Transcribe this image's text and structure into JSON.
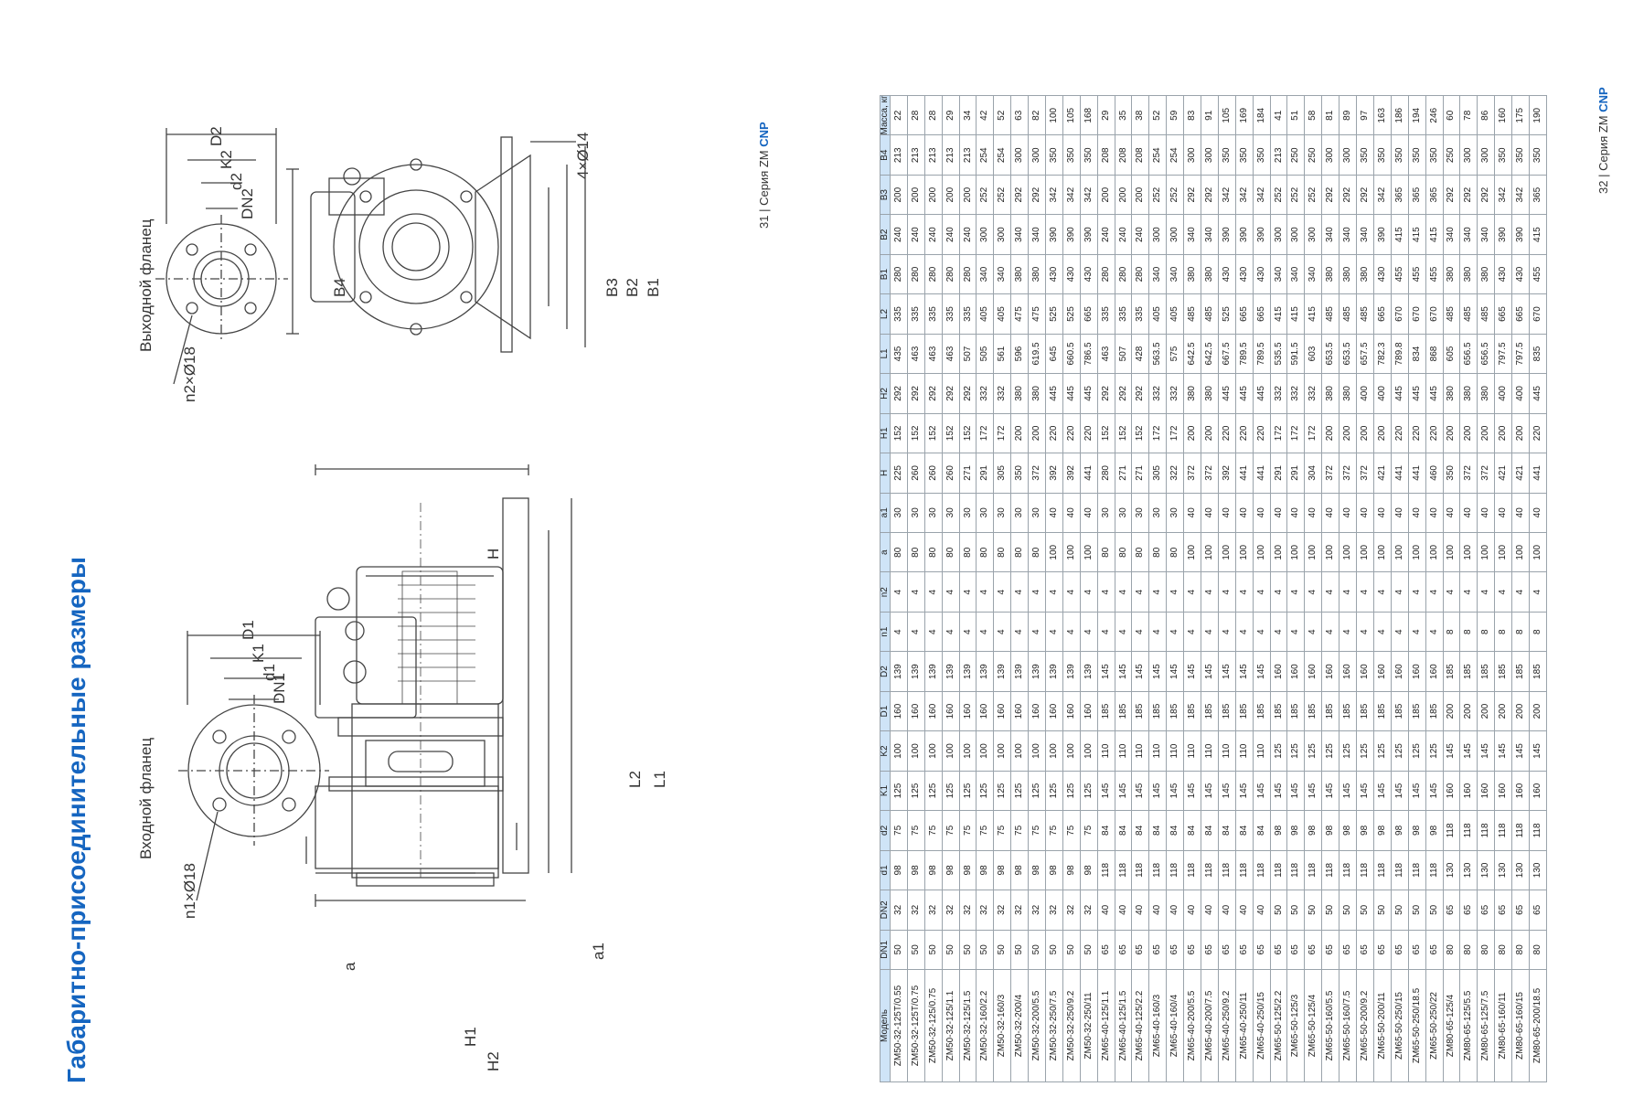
{
  "title": "Габаритно-присоединительные размеры",
  "inlet_flange": {
    "label": "Входной фланец",
    "holes": "n1×Ø18",
    "dims": [
      "D1",
      "K1",
      "d1",
      "DN1"
    ]
  },
  "outlet_flange": {
    "label": "Выходной фланец",
    "holes": "n2×Ø18",
    "dims": [
      "D2",
      "K2",
      "d2",
      "DN2"
    ]
  },
  "side_view": {
    "dims": [
      "H",
      "L2",
      "L1",
      "H1",
      "H2",
      "a",
      "a1"
    ]
  },
  "front_view": {
    "dims": [
      "B4",
      "B3",
      "B2",
      "B1",
      "4×Ø14"
    ]
  },
  "footer_left": {
    "page": "31",
    "series": "Серия ZM",
    "brand": "CNP"
  },
  "footer_right": {
    "page": "32",
    "series": "Серия ZM",
    "brand": "CNP"
  },
  "table": {
    "headers": [
      "Модель",
      "DN1",
      "DN2",
      "d1",
      "d2",
      "K1",
      "K2",
      "D1",
      "D2",
      "n1",
      "n2",
      "a",
      "a1",
      "H",
      "H1",
      "H2",
      "L1",
      "L2",
      "B1",
      "B2",
      "B3",
      "B4",
      "Масса, кг"
    ],
    "rows": [
      [
        "ZM50-32-125T/0.55",
        "50",
        "32",
        "98",
        "75",
        "125",
        "100",
        "160",
        "139",
        "4",
        "4",
        "80",
        "30",
        "225",
        "152",
        "292",
        "435",
        "335",
        "280",
        "240",
        "200",
        "213",
        "22"
      ],
      [
        "ZM50-32-125T/0.75",
        "50",
        "32",
        "98",
        "75",
        "125",
        "100",
        "160",
        "139",
        "4",
        "4",
        "80",
        "30",
        "260",
        "152",
        "292",
        "463",
        "335",
        "280",
        "240",
        "200",
        "213",
        "28"
      ],
      [
        "ZM50-32-125/0.75",
        "50",
        "32",
        "98",
        "75",
        "125",
        "100",
        "160",
        "139",
        "4",
        "4",
        "80",
        "30",
        "260",
        "152",
        "292",
        "463",
        "335",
        "280",
        "240",
        "200",
        "213",
        "28"
      ],
      [
        "ZM50-32-125/1.1",
        "50",
        "32",
        "98",
        "75",
        "125",
        "100",
        "160",
        "139",
        "4",
        "4",
        "80",
        "30",
        "260",
        "152",
        "292",
        "463",
        "335",
        "280",
        "240",
        "200",
        "213",
        "29"
      ],
      [
        "ZM50-32-125/1.5",
        "50",
        "32",
        "98",
        "75",
        "125",
        "100",
        "160",
        "139",
        "4",
        "4",
        "80",
        "30",
        "271",
        "152",
        "292",
        "507",
        "335",
        "280",
        "240",
        "200",
        "213",
        "34"
      ],
      [
        "ZM50-32-160/2.2",
        "50",
        "32",
        "98",
        "75",
        "125",
        "100",
        "160",
        "139",
        "4",
        "4",
        "80",
        "30",
        "291",
        "172",
        "332",
        "505",
        "405",
        "340",
        "300",
        "252",
        "254",
        "42"
      ],
      [
        "ZM50-32-160/3",
        "50",
        "32",
        "98",
        "75",
        "125",
        "100",
        "160",
        "139",
        "4",
        "4",
        "80",
        "30",
        "305",
        "172",
        "332",
        "561",
        "405",
        "340",
        "300",
        "252",
        "254",
        "52"
      ],
      [
        "ZM50-32-200/4",
        "50",
        "32",
        "98",
        "75",
        "125",
        "100",
        "160",
        "139",
        "4",
        "4",
        "80",
        "30",
        "350",
        "200",
        "380",
        "596",
        "475",
        "380",
        "340",
        "292",
        "300",
        "63"
      ],
      [
        "ZM50-32-200/5.5",
        "50",
        "32",
        "98",
        "75",
        "125",
        "100",
        "160",
        "139",
        "4",
        "4",
        "80",
        "30",
        "372",
        "200",
        "380",
        "619.5",
        "475",
        "380",
        "340",
        "292",
        "300",
        "82"
      ],
      [
        "ZM50-32-250/7.5",
        "50",
        "32",
        "98",
        "75",
        "125",
        "100",
        "160",
        "139",
        "4",
        "4",
        "100",
        "40",
        "392",
        "220",
        "445",
        "645",
        "525",
        "430",
        "390",
        "342",
        "350",
        "100"
      ],
      [
        "ZM50-32-250/9.2",
        "50",
        "32",
        "98",
        "75",
        "125",
        "100",
        "160",
        "139",
        "4",
        "4",
        "100",
        "40",
        "392",
        "220",
        "445",
        "660.5",
        "525",
        "430",
        "390",
        "342",
        "350",
        "105"
      ],
      [
        "ZM50-32-250/11",
        "50",
        "32",
        "98",
        "75",
        "125",
        "100",
        "160",
        "139",
        "4",
        "4",
        "100",
        "40",
        "441",
        "220",
        "445",
        "786.5",
        "665",
        "430",
        "390",
        "342",
        "350",
        "168"
      ],
      [
        "ZM65-40-125/1.1",
        "65",
        "40",
        "118",
        "84",
        "145",
        "110",
        "185",
        "145",
        "4",
        "4",
        "80",
        "30",
        "280",
        "152",
        "292",
        "463",
        "335",
        "280",
        "240",
        "200",
        "208",
        "29"
      ],
      [
        "ZM65-40-125/1.5",
        "65",
        "40",
        "118",
        "84",
        "145",
        "110",
        "185",
        "145",
        "4",
        "4",
        "80",
        "30",
        "271",
        "152",
        "292",
        "507",
        "335",
        "280",
        "240",
        "200",
        "208",
        "35"
      ],
      [
        "ZM65-40-125/2.2",
        "65",
        "40",
        "118",
        "84",
        "145",
        "110",
        "185",
        "145",
        "4",
        "4",
        "80",
        "30",
        "271",
        "152",
        "292",
        "428",
        "335",
        "280",
        "240",
        "200",
        "208",
        "38"
      ],
      [
        "ZM65-40-160/3",
        "65",
        "40",
        "118",
        "84",
        "145",
        "110",
        "185",
        "145",
        "4",
        "4",
        "80",
        "30",
        "305",
        "172",
        "332",
        "563.5",
        "405",
        "340",
        "300",
        "252",
        "254",
        "52"
      ],
      [
        "ZM65-40-160/4",
        "65",
        "40",
        "118",
        "84",
        "145",
        "110",
        "185",
        "145",
        "4",
        "4",
        "80",
        "30",
        "322",
        "172",
        "332",
        "575",
        "405",
        "340",
        "300",
        "252",
        "254",
        "59"
      ],
      [
        "ZM65-40-200/5.5",
        "65",
        "40",
        "118",
        "84",
        "145",
        "110",
        "185",
        "145",
        "4",
        "4",
        "100",
        "40",
        "372",
        "200",
        "380",
        "642.5",
        "485",
        "380",
        "340",
        "292",
        "300",
        "83"
      ],
      [
        "ZM65-40-200/7.5",
        "65",
        "40",
        "118",
        "84",
        "145",
        "110",
        "185",
        "145",
        "4",
        "4",
        "100",
        "40",
        "372",
        "200",
        "380",
        "642.5",
        "485",
        "380",
        "340",
        "292",
        "300",
        "91"
      ],
      [
        "ZM65-40-250/9.2",
        "65",
        "40",
        "118",
        "84",
        "145",
        "110",
        "185",
        "145",
        "4",
        "4",
        "100",
        "40",
        "392",
        "220",
        "445",
        "667.5",
        "525",
        "430",
        "390",
        "342",
        "350",
        "105"
      ],
      [
        "ZM65-40-250/11",
        "65",
        "40",
        "118",
        "84",
        "145",
        "110",
        "185",
        "145",
        "4",
        "4",
        "100",
        "40",
        "441",
        "220",
        "445",
        "789.5",
        "665",
        "430",
        "390",
        "342",
        "350",
        "169"
      ],
      [
        "ZM65-40-250/15",
        "65",
        "40",
        "118",
        "84",
        "145",
        "110",
        "185",
        "145",
        "4",
        "4",
        "100",
        "40",
        "441",
        "220",
        "445",
        "789.5",
        "665",
        "430",
        "390",
        "342",
        "350",
        "184"
      ],
      [
        "ZM65-50-125/2.2",
        "65",
        "50",
        "118",
        "98",
        "145",
        "125",
        "185",
        "160",
        "4",
        "4",
        "100",
        "40",
        "291",
        "172",
        "332",
        "535.5",
        "415",
        "340",
        "300",
        "252",
        "213",
        "41"
      ],
      [
        "ZM65-50-125/3",
        "65",
        "50",
        "118",
        "98",
        "145",
        "125",
        "185",
        "160",
        "4",
        "4",
        "100",
        "40",
        "291",
        "172",
        "332",
        "591.5",
        "415",
        "340",
        "300",
        "252",
        "250",
        "51"
      ],
      [
        "ZM65-50-125/4",
        "65",
        "50",
        "118",
        "98",
        "145",
        "125",
        "185",
        "160",
        "4",
        "4",
        "100",
        "40",
        "304",
        "172",
        "332",
        "603",
        "415",
        "340",
        "300",
        "252",
        "250",
        "58"
      ],
      [
        "ZM65-50-160/5.5",
        "65",
        "50",
        "118",
        "98",
        "145",
        "125",
        "185",
        "160",
        "4",
        "4",
        "100",
        "40",
        "372",
        "200",
        "380",
        "653.5",
        "485",
        "380",
        "340",
        "292",
        "300",
        "81"
      ],
      [
        "ZM65-50-160/7.5",
        "65",
        "50",
        "118",
        "98",
        "145",
        "125",
        "185",
        "160",
        "4",
        "4",
        "100",
        "40",
        "372",
        "200",
        "380",
        "653.5",
        "485",
        "380",
        "340",
        "292",
        "300",
        "89"
      ],
      [
        "ZM65-50-200/9.2",
        "65",
        "50",
        "118",
        "98",
        "145",
        "125",
        "185",
        "160",
        "4",
        "4",
        "100",
        "40",
        "372",
        "200",
        "400",
        "657.5",
        "485",
        "380",
        "340",
        "292",
        "350",
        "97"
      ],
      [
        "ZM65-50-200/11",
        "65",
        "50",
        "118",
        "98",
        "145",
        "125",
        "185",
        "160",
        "4",
        "4",
        "100",
        "40",
        "421",
        "200",
        "400",
        "782.3",
        "665",
        "430",
        "390",
        "342",
        "350",
        "163"
      ],
      [
        "ZM65-50-250/15",
        "65",
        "50",
        "118",
        "98",
        "145",
        "125",
        "185",
        "160",
        "4",
        "4",
        "100",
        "40",
        "441",
        "220",
        "445",
        "789.8",
        "670",
        "455",
        "415",
        "365",
        "350",
        "186"
      ],
      [
        "ZM65-50-250/18.5",
        "65",
        "50",
        "118",
        "98",
        "145",
        "125",
        "185",
        "160",
        "4",
        "4",
        "100",
        "40",
        "441",
        "220",
        "445",
        "834",
        "670",
        "455",
        "415",
        "365",
        "350",
        "194"
      ],
      [
        "ZM65-50-250/22",
        "65",
        "50",
        "118",
        "98",
        "145",
        "125",
        "185",
        "160",
        "4",
        "4",
        "100",
        "40",
        "460",
        "220",
        "445",
        "868",
        "670",
        "455",
        "415",
        "365",
        "350",
        "246"
      ],
      [
        "ZM80-65-125/4",
        "80",
        "65",
        "130",
        "118",
        "160",
        "145",
        "200",
        "185",
        "8",
        "4",
        "100",
        "40",
        "350",
        "200",
        "380",
        "605",
        "485",
        "380",
        "340",
        "292",
        "250",
        "60"
      ],
      [
        "ZM80-65-125/5.5",
        "80",
        "65",
        "130",
        "118",
        "160",
        "145",
        "200",
        "185",
        "8",
        "4",
        "100",
        "40",
        "372",
        "200",
        "380",
        "656.5",
        "485",
        "380",
        "340",
        "292",
        "300",
        "78"
      ],
      [
        "ZM80-65-125/7.5",
        "80",
        "65",
        "130",
        "118",
        "160",
        "145",
        "200",
        "185",
        "8",
        "4",
        "100",
        "40",
        "372",
        "200",
        "380",
        "656.5",
        "485",
        "380",
        "340",
        "292",
        "300",
        "86"
      ],
      [
        "ZM80-65-160/11",
        "80",
        "65",
        "130",
        "118",
        "160",
        "145",
        "200",
        "185",
        "8",
        "4",
        "100",
        "40",
        "421",
        "200",
        "400",
        "797.5",
        "665",
        "430",
        "390",
        "342",
        "350",
        "160"
      ],
      [
        "ZM80-65-160/15",
        "80",
        "65",
        "130",
        "118",
        "160",
        "145",
        "200",
        "185",
        "8",
        "4",
        "100",
        "40",
        "421",
        "200",
        "400",
        "797.5",
        "665",
        "430",
        "390",
        "342",
        "350",
        "175"
      ],
      [
        "ZM80-65-200/18.5",
        "80",
        "65",
        "130",
        "118",
        "160",
        "145",
        "200",
        "185",
        "8",
        "4",
        "100",
        "40",
        "441",
        "220",
        "445",
        "835",
        "670",
        "455",
        "415",
        "365",
        "350",
        "190"
      ]
    ]
  }
}
